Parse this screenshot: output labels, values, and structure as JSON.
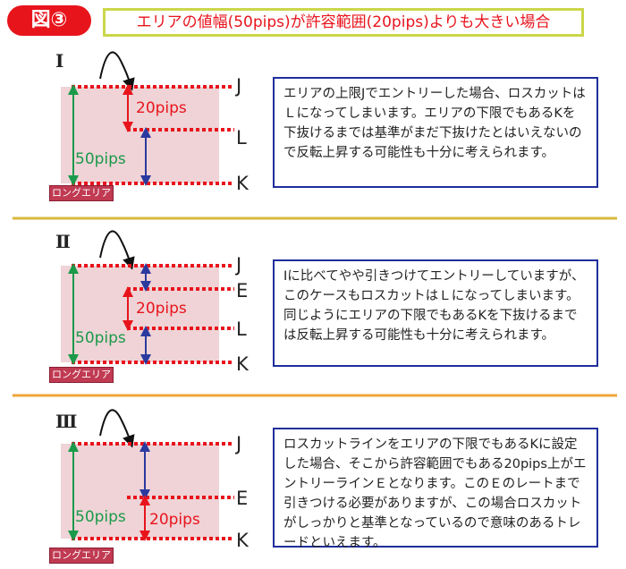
{
  "header": {
    "figure_label": "図③",
    "title": "エリアの値幅(50pips)が許容範囲(20pips)よりも大きい場合"
  },
  "panels": [
    {
      "numeral": "Ⅰ",
      "lines": [
        "J",
        "L",
        "K"
      ],
      "range_label": "20pips",
      "area_label": "50pips",
      "area_badge": "ロングエリア",
      "note": "エリアの上限Jでエントリーした場合、ロスカットはＬになってしまいます。エリアの下限でもあるKを下抜けるまでは基準がまだ下抜けたとはいえないので反転上昇する可能性も十分に考えられます。"
    },
    {
      "numeral": "Ⅱ",
      "lines": [
        "J",
        "E",
        "L",
        "K"
      ],
      "range_label": "20pips",
      "area_label": "50pips",
      "area_badge": "ロングエリア",
      "note": "Ⅰに比べてやや引きつけてエントリーしていますが、このケースもロスカットはＬになってしまいます。同じようにエリアの下限でもあるKを下抜けるまでは反転上昇する可能性も十分に考えられます。"
    },
    {
      "numeral": "Ⅲ",
      "lines": [
        "J",
        "E",
        "K"
      ],
      "range_label": "20pips",
      "area_label": "50pips",
      "area_badge": "ロングエリア",
      "note": "ロスカットラインをエリアの下限でもあるKに設定した場合、そこから許容範囲でもある20pips上がエントリーラインＥとなります。このＥのレートまで引きつける必要がありますが、この場合ロスカットがしっかりと基準となっているので意味のあるトレードといえます。"
    }
  ],
  "colors": {
    "red": "#e8141c",
    "blue": "#2b3a9e",
    "green": "#1a9a4a",
    "area": "#efd3d6"
  }
}
